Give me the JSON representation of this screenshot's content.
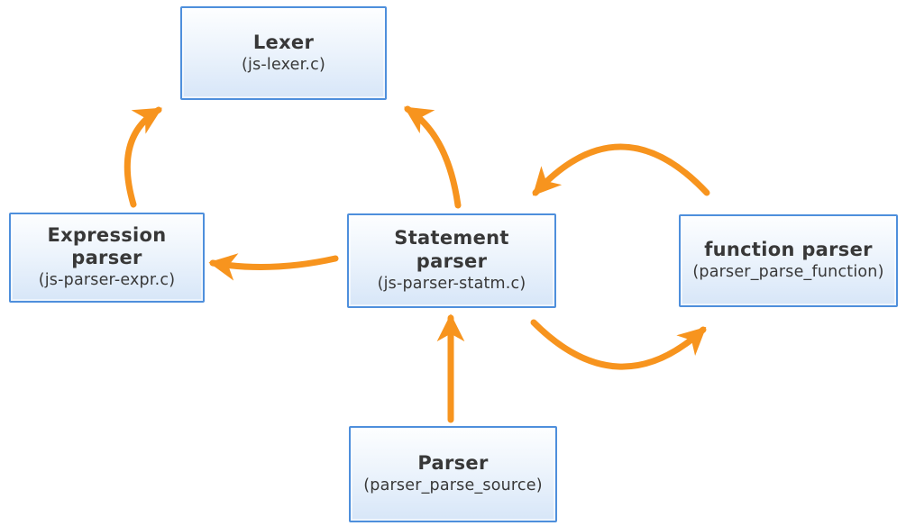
{
  "diagram": {
    "description": "Parser module call-flow diagram",
    "colors": {
      "arrow": "#F7941E",
      "node_border": "#4E8FDC",
      "node_fill_top": "#FDFEFF",
      "node_fill_bottom": "#D7E6F8",
      "text": "#383838",
      "canvas_bg": "#FFFFFF"
    },
    "nodes": [
      {
        "id": "lexer",
        "title": "Lexer",
        "subtitle": "(js-lexer.c)"
      },
      {
        "id": "expression-parser",
        "title": "Expression\nparser",
        "subtitle": "(js-parser-expr.c)"
      },
      {
        "id": "statement-parser",
        "title": "Statement\nparser",
        "subtitle": "(js-parser-statm.c)"
      },
      {
        "id": "function-parser",
        "title": "function parser",
        "subtitle": "(parser_parse_function)"
      },
      {
        "id": "parser",
        "title": "Parser",
        "subtitle": "(parser_parse_source)"
      }
    ],
    "edges": [
      {
        "from": "Expression parser",
        "to": "Lexer"
      },
      {
        "from": "Statement parser",
        "to": "Lexer"
      },
      {
        "from": "Statement parser",
        "to": "Expression parser"
      },
      {
        "from": "function parser",
        "to": "Statement parser"
      },
      {
        "from": "Statement parser",
        "to": "function parser"
      },
      {
        "from": "Parser",
        "to": "Statement parser"
      }
    ]
  }
}
